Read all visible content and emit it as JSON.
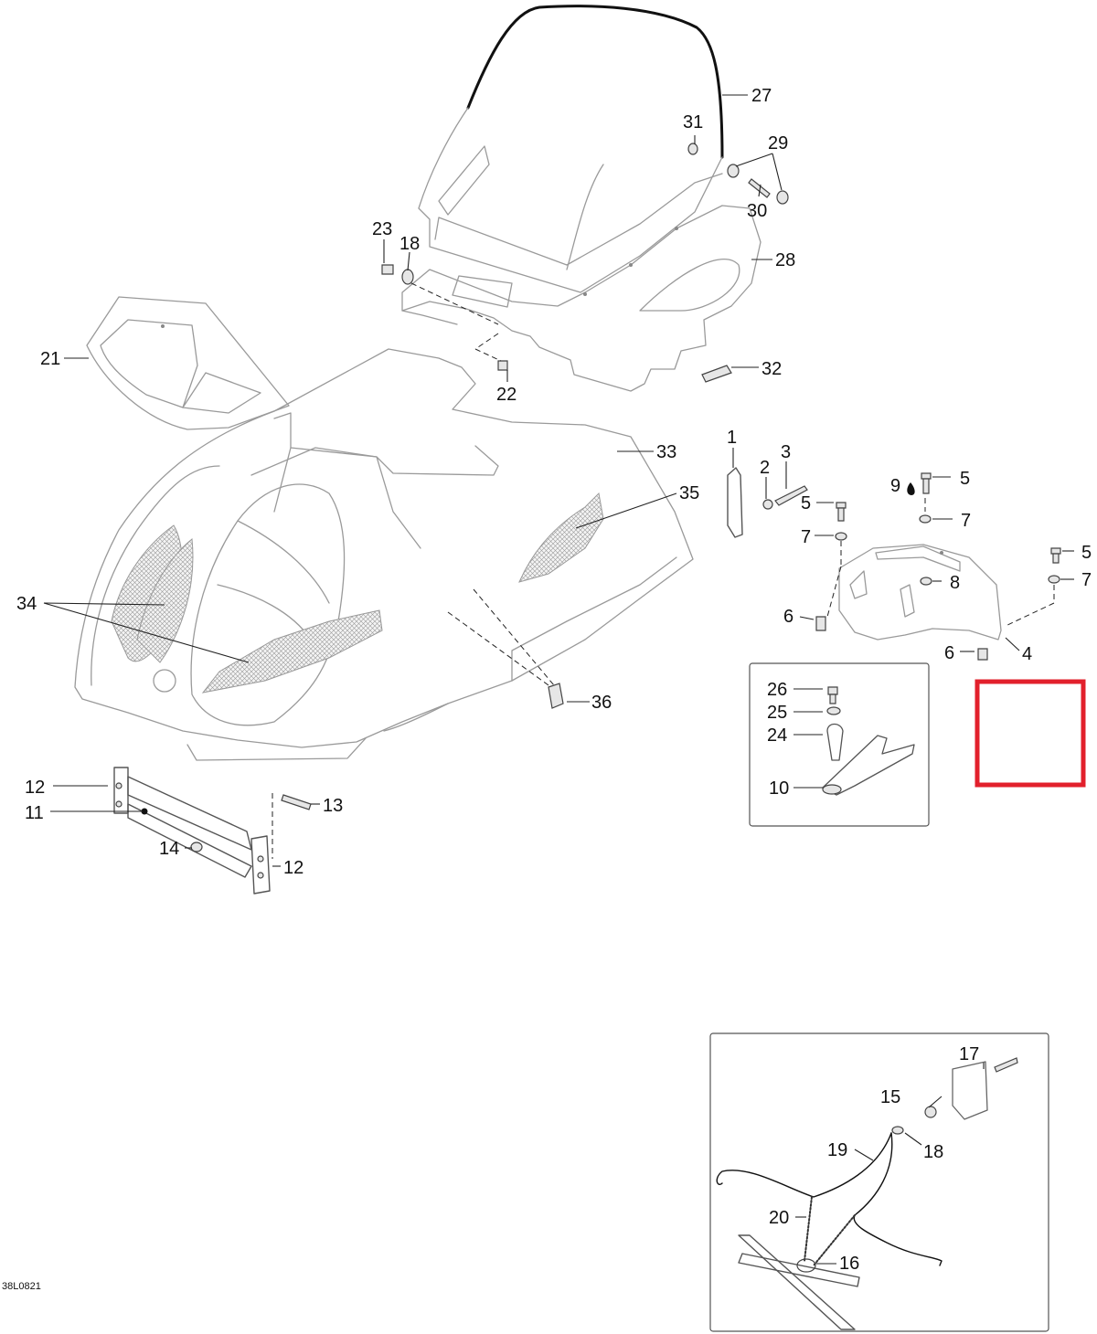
{
  "document_id": "38L0821",
  "highlight_color": "#e2202c",
  "callouts": {
    "c1": "1",
    "c2": "2",
    "c3": "3",
    "c4": "4",
    "c5a": "5",
    "c5b": "5",
    "c5c": "5",
    "c6a": "6",
    "c6b": "6",
    "c7a": "7",
    "c7b": "7",
    "c7c": "7",
    "c8": "8",
    "c9": "9",
    "c10": "10",
    "c11": "11",
    "c12a": "12",
    "c12b": "12",
    "c13": "13",
    "c14": "14",
    "c15": "15",
    "c16": "16",
    "c17": "17",
    "c18a": "18",
    "c18b": "18",
    "c19": "19",
    "c20": "20",
    "c21": "21",
    "c22": "22",
    "c23": "23",
    "c24": "24",
    "c25": "25",
    "c26": "26",
    "c27": "27",
    "c28": "28",
    "c29": "29",
    "c30": "30",
    "c31": "31",
    "c32": "32",
    "c33": "33",
    "c34": "34",
    "c35": "35",
    "c36": "36"
  }
}
